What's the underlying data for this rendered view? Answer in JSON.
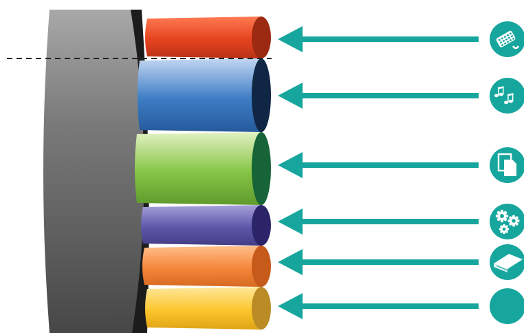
{
  "diagram": {
    "colors": {
      "background": "#ffffff",
      "pipe_body": "#5a5a5a",
      "pipe_rim": "#1c1c1c",
      "arrow": "#17a69e",
      "icon_bg": "#17a69e",
      "icon_glyph": "#ffffff",
      "divider": "#222222"
    },
    "pipe": {
      "name": "bundle-pipe"
    },
    "divider_line": {
      "style": "dashed"
    },
    "layers": [
      {
        "name": "layer-red",
        "color_light": "#ff7a52",
        "color_main": "#e54320",
        "color_dark": "#b83216",
        "cap": "#9c2a12",
        "icon": "keyboard-mouse-icon"
      },
      {
        "name": "layer-blue",
        "color_light": "#c2d6f2",
        "color_main": "#3d7cc4",
        "color_dark": "#265a9c",
        "cap": "#0f2644",
        "icon": "music-notes-icon"
      },
      {
        "name": "layer-green",
        "color_light": "#e2f2c2",
        "color_main": "#86c446",
        "color_dark": "#5f9a2c",
        "cap": "#176438",
        "icon": "pages-icon"
      },
      {
        "name": "layer-purple",
        "color_light": "#a6a0dc",
        "color_main": "#5e57a8",
        "color_dark": "#443d86",
        "cap": "#2c2468",
        "icon": "gears-icon"
      },
      {
        "name": "layer-orange",
        "color_light": "#ffbf8c",
        "color_main": "#f5863a",
        "color_dark": "#d76a22",
        "cap": "#c65a1a",
        "icon": "book-icon"
      },
      {
        "name": "layer-yellow",
        "color_light": "#ffe89a",
        "color_main": "#fbc52c",
        "color_dark": "#e0a416",
        "cap": "#bb8c26",
        "icon": "circle-icon"
      }
    ]
  }
}
